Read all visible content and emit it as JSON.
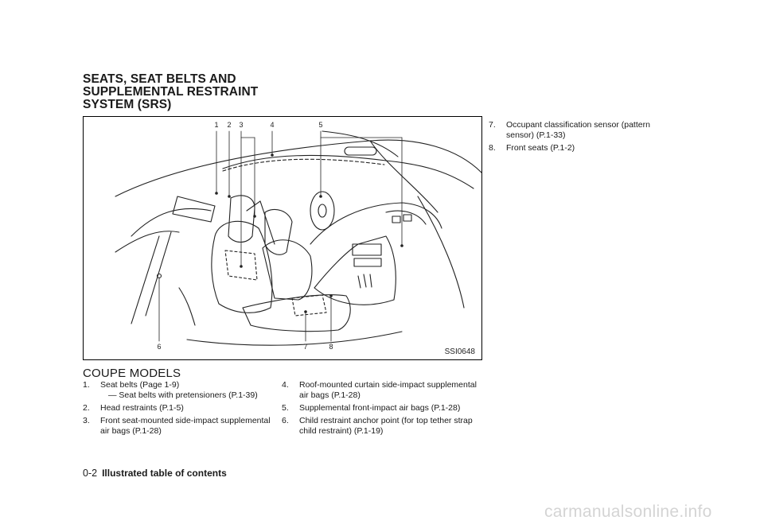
{
  "section_title": [
    "SEATS, SEAT BELTS AND",
    "SUPPLEMENTAL RESTRAINT",
    "SYSTEM (SRS)"
  ],
  "figure": {
    "code": "SSI0648",
    "callouts_top": [
      "1",
      "2",
      "3",
      "4",
      "5"
    ],
    "callouts_bottom": [
      "6",
      "7",
      "8"
    ]
  },
  "subheading": "COUPE MODELS",
  "items": [
    {
      "num": "1.",
      "text": "Seat belts (Page 1-9)",
      "sub": "— Seat belts with pretensioners (P.1-39)"
    },
    {
      "num": "2.",
      "text": "Head restraints (P.1-5)"
    },
    {
      "num": "3.",
      "text": "Front seat-mounted side-impact supplemental air bags (P.1-28)"
    },
    {
      "num": "4.",
      "text": "Roof-mounted curtain side-impact supplemental air bags (P.1-28)"
    },
    {
      "num": "5.",
      "text": "Supplemental front-impact air bags (P.1-28)"
    },
    {
      "num": "6.",
      "text": "Child restraint anchor point (for top tether strap child restraint) (P.1-19)"
    },
    {
      "num": "7.",
      "text": "Occupant classification sensor (pattern sensor) (P.1-33)"
    },
    {
      "num": "8.",
      "text": "Front seats (P.1-2)"
    }
  ],
  "footer": {
    "page_number": "0-2",
    "chapter_title": "Illustrated table of contents"
  },
  "watermark": "carmanualsonline.info"
}
